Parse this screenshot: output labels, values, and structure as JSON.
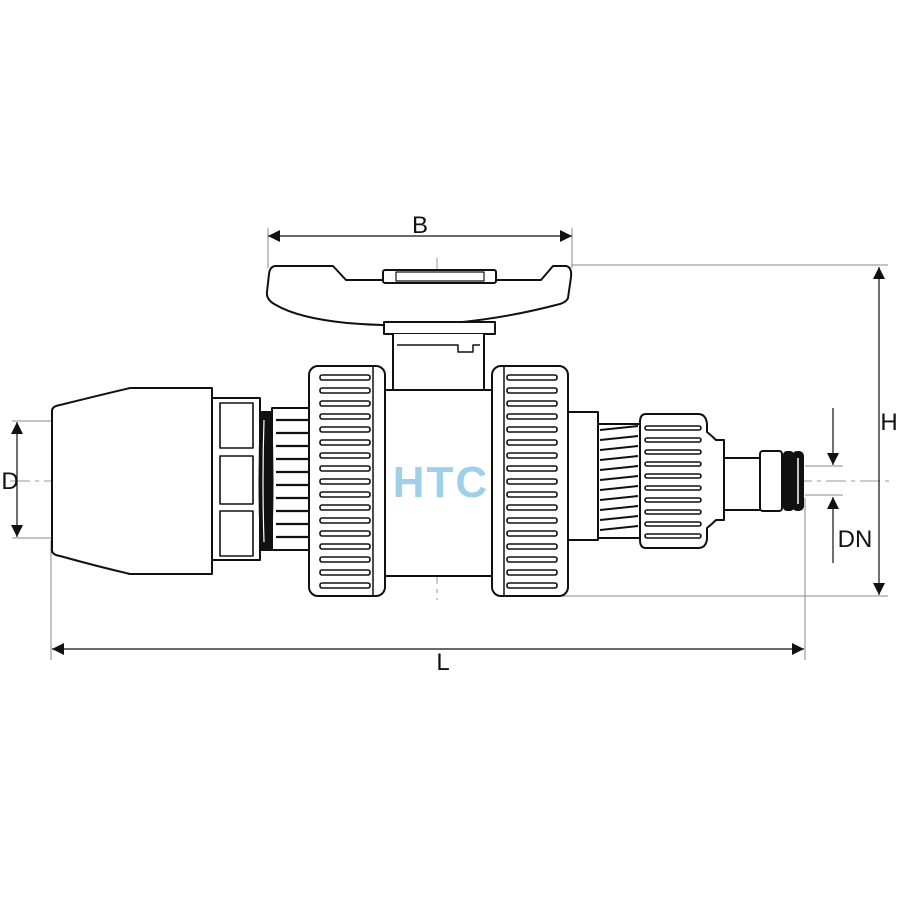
{
  "dimensions": {
    "width_label": "B",
    "height_label": "H",
    "outer_diameter_label": "D",
    "nominal_diameter_label": "DN",
    "length_label": "L"
  },
  "logo": {
    "text": "HTC",
    "color": "#9fd0e8"
  },
  "colors": {
    "line": "#111111",
    "fill": "#ffffff",
    "dim": "#777777"
  }
}
